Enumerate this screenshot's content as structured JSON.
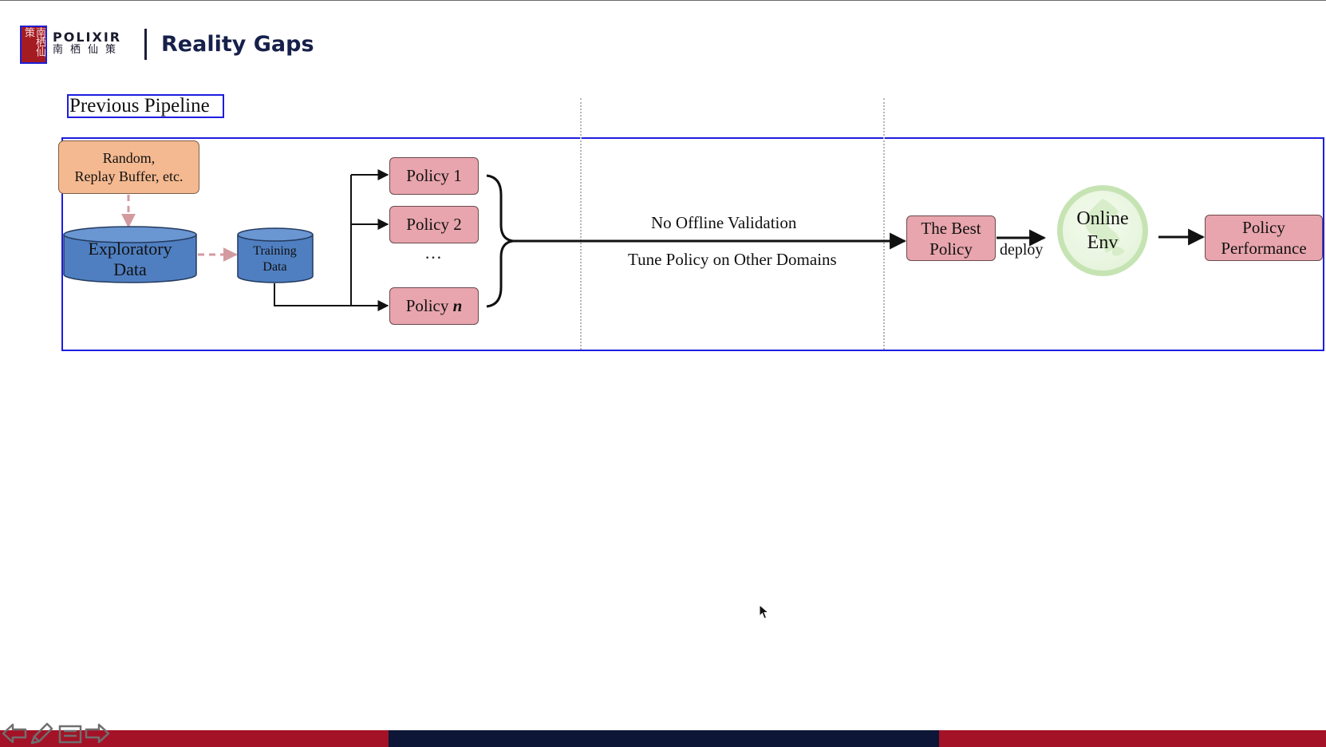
{
  "header": {
    "logo_seal_text": "南栖仙策",
    "brand_en": "POLIXIR",
    "brand_zh": "南栖仙策",
    "title": "Reality Gaps"
  },
  "section": {
    "label": "Previous Pipeline"
  },
  "pipeline": {
    "source_line1": "Random,",
    "source_line2": "Replay Buffer, etc.",
    "exploratory_line1": "Exploratory",
    "exploratory_line2": "Data",
    "training_line1": "Training",
    "training_line2": "Data",
    "policy1": "Policy 1",
    "policy2": "Policy 2",
    "ellipsis": "…",
    "policy_n_prefix": "Policy ",
    "policy_n_var": "n",
    "no_offline_validation": "No Offline Validation",
    "tune_policy": "Tune Policy on Other Domains",
    "best_line1": "The Best",
    "best_line2": "Policy",
    "deploy": "deploy",
    "online_line1": "Online",
    "online_line2": "Env",
    "performance_line1": "Policy",
    "performance_line2": "Performance"
  },
  "colors": {
    "frame_blue": "#1d1de0",
    "source_orange": "#f4b990",
    "cylinder_blue": "#4f7fc1",
    "policy_pink": "#e8a5ad",
    "footer_red": "#a31226",
    "footer_navy": "#0d1636"
  },
  "footer": {
    "nav_icons": [
      "arrow-left-icon",
      "pen-icon",
      "slides-menu-icon",
      "arrow-right-icon"
    ]
  }
}
